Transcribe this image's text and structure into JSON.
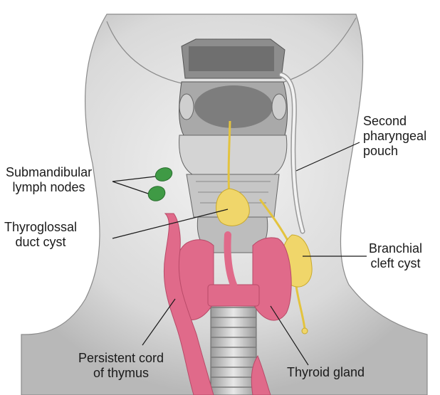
{
  "labels": {
    "second_pharyngeal_pouch": [
      "Second",
      "pharyngeal",
      "pouch"
    ],
    "submandibular_lymph_nodes": [
      "Submandibular",
      "lymph nodes"
    ],
    "thyroglossal_duct_cyst": [
      "Thyroglossal",
      "duct cyst"
    ],
    "branchial_cleft_cyst": [
      "Branchial",
      "cleft cyst"
    ],
    "persistent_cord_of_thymus": [
      "Persistent cord",
      "of thymus"
    ],
    "thyroid_gland": "Thyroid gland"
  },
  "colors": {
    "lymph_node_green": "#3f9a45",
    "cyst_yellow": "#f0d66a",
    "thyroid_thymus_pink": "#e06a8a",
    "anatomy_grey": "#bdbdbd",
    "skin_shade": "#cfcfcf",
    "leader_line": "#1a1a1a"
  }
}
